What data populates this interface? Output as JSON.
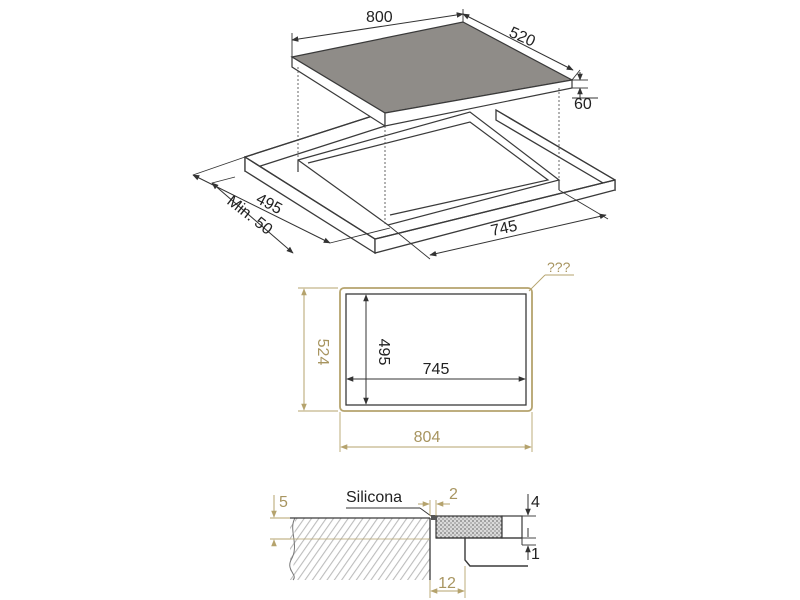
{
  "colors": {
    "ink": "#3a3a3a",
    "gold": "#b5a36d",
    "gold_text": "#a89560",
    "glass": "#8f8c88",
    "hatch": "#b9b9b9"
  },
  "isometric_view": {
    "dim_width": "800",
    "dim_depth": "520",
    "dim_height": "60",
    "dim_cutout_depth": "495",
    "dim_min_edge": "Min. 50",
    "dim_cutout_width": "745"
  },
  "cutout_plan": {
    "dim_outer_width": "804",
    "dim_outer_depth": "524",
    "dim_inner_width": "745",
    "dim_inner_depth": "495",
    "corner_note": "???"
  },
  "section_detail": {
    "dim_left_top": "5",
    "silicone_label": "Silicona",
    "dim_gap": "2",
    "dim_right_top": "4",
    "dim_right_bottom": "1",
    "dim_bottom": "12"
  }
}
